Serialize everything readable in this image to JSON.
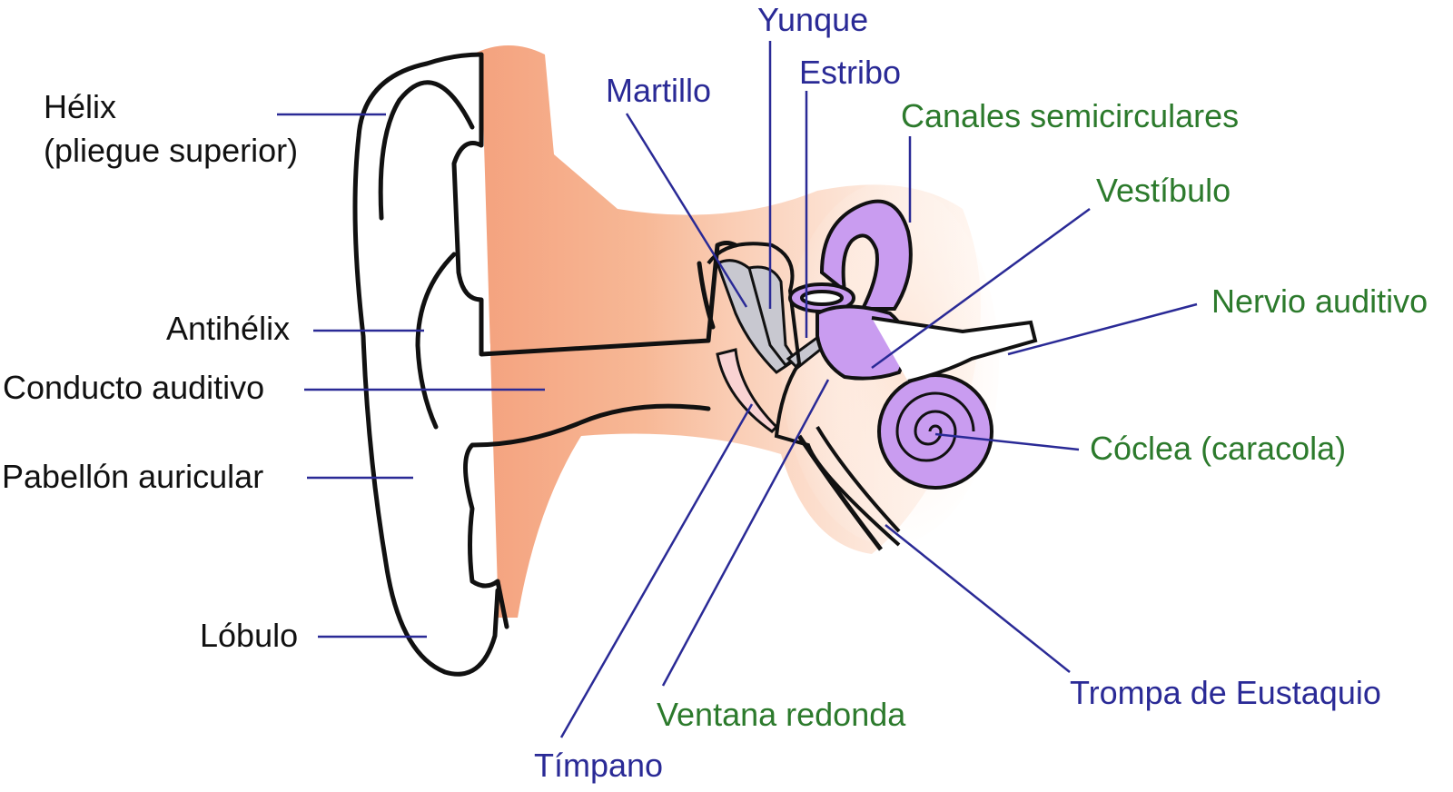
{
  "labels": {
    "helix_line1": "Hélix",
    "helix_line2": "(pliegue superior)",
    "antihelix": "Antihélix",
    "conducto": "Conducto auditivo",
    "pabellon": "Pabellón auricular",
    "lobulo": "Lóbulo",
    "yunque": "Yunque",
    "martillo": "Martillo",
    "estribo": "Estribo",
    "canales": "Canales semicirculares",
    "vestibulo": "Vestíbulo",
    "nervio": "Nervio auditivo",
    "coclea": "Cóclea (caracola)",
    "trompa": "Trompa de Eustaquio",
    "ventana": "Ventana redonda",
    "timpano": "Tímpano"
  },
  "colors": {
    "outer_ear_labels": "#111111",
    "ossicle_labels": "#2a2a96",
    "inner_ear_labels": "#2c7a2c",
    "leader_lines": "#2a2a96",
    "skin": "#f4a07c",
    "inner_ear_fill": "#c99cf0",
    "ossicle_fill": "#c8c8d0",
    "eardrum_fill": "#f9d3d3"
  }
}
